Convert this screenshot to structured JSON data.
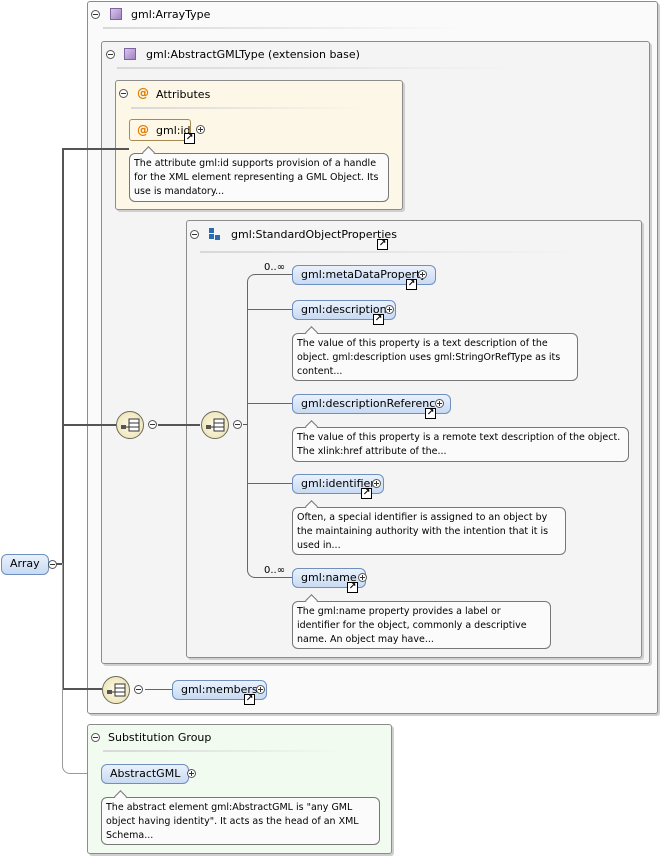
{
  "array_type": {
    "title": "gml:ArrayType"
  },
  "abstract_gml_type": {
    "title": "gml:AbstractGMLType (extension base)"
  },
  "attributes": {
    "title": "Attributes",
    "id_name": "gml:id",
    "id_desc": "The attribute gml:id supports provision of a handle for the XML element representing a GML Object. Its use is mandatory..."
  },
  "standard_object_properties": {
    "title": "gml:StandardObjectProperties",
    "items": [
      {
        "name": "gml:metaDataProperty",
        "cardinality": "0..∞",
        "desc": ""
      },
      {
        "name": "gml:description",
        "cardinality": "",
        "desc": "The value of this property is a text description of the object. gml:description uses gml:StringOrRefType as its content..."
      },
      {
        "name": "gml:descriptionReference",
        "cardinality": "",
        "desc": "The value of this property is a remote text description of the object. The xlink:href attribute of the..."
      },
      {
        "name": "gml:identifier",
        "cardinality": "",
        "desc": "Often, a special identifier is assigned to an object by the maintaining authority with the intention that it is used in..."
      },
      {
        "name": "gml:name",
        "cardinality": "0..∞",
        "desc": "The gml:name property provides a label or identifier for the object, commonly a descriptive name. An object may have..."
      }
    ]
  },
  "members": {
    "name": "gml:members"
  },
  "root": {
    "name": "Array"
  },
  "substitution_group": {
    "title": "Substitution Group",
    "name": "AbstractGML",
    "desc": "The abstract element gml:AbstractGML is \"any GML object having identity\". It acts as the head of an XML Schema..."
  },
  "colors": {
    "attributes_bg": "#fdf7e8",
    "substitution_bg": "#f1fbef",
    "element_fill": "#c8daf3",
    "frame_border": "#8c8c8c"
  }
}
